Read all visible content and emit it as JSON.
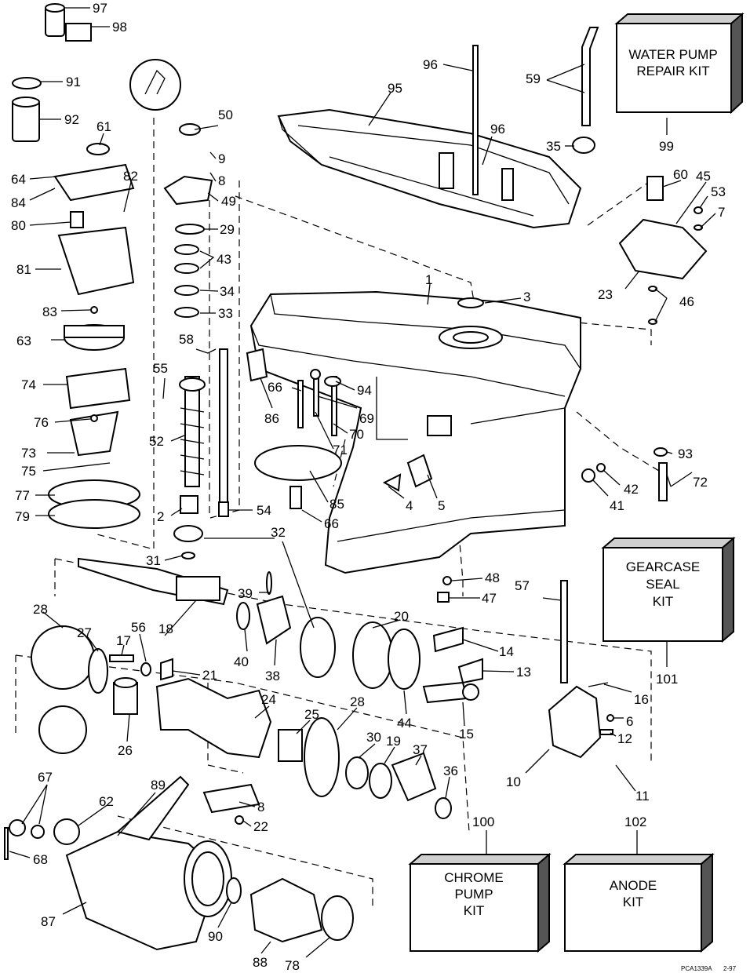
{
  "kits": {
    "water_pump": [
      "WATER PUMP",
      "REPAIR KIT"
    ],
    "gearcase_seal": [
      "GEARCASE",
      "SEAL",
      "KIT"
    ],
    "chrome_pump": [
      "CHROME",
      "PUMP",
      "KIT"
    ],
    "anode": [
      "ANODE",
      "KIT"
    ]
  },
  "footer": {
    "code": "PCA1339A",
    "date": "2-97"
  },
  "labels": [
    {
      "id": "97",
      "text": "97"
    },
    {
      "id": "98",
      "text": "98"
    },
    {
      "id": "91",
      "text": "91"
    },
    {
      "id": "92",
      "text": "92"
    },
    {
      "id": "61",
      "text": "61"
    },
    {
      "id": "64",
      "text": "64"
    },
    {
      "id": "82",
      "text": "82"
    },
    {
      "id": "84",
      "text": "84"
    },
    {
      "id": "80",
      "text": "80"
    },
    {
      "id": "81",
      "text": "81"
    },
    {
      "id": "83",
      "text": "83"
    },
    {
      "id": "63",
      "text": "63"
    },
    {
      "id": "74",
      "text": "74"
    },
    {
      "id": "76",
      "text": "76"
    },
    {
      "id": "73",
      "text": "73"
    },
    {
      "id": "75",
      "text": "75"
    },
    {
      "id": "77",
      "text": "77"
    },
    {
      "id": "79",
      "text": "79"
    },
    {
      "id": "50",
      "text": "50"
    },
    {
      "id": "9",
      "text": "9"
    },
    {
      "id": "8a",
      "text": "8"
    },
    {
      "id": "49",
      "text": "49"
    },
    {
      "id": "29",
      "text": "29"
    },
    {
      "id": "43",
      "text": "43"
    },
    {
      "id": "34",
      "text": "34"
    },
    {
      "id": "33",
      "text": "33"
    },
    {
      "id": "58",
      "text": "58"
    },
    {
      "id": "55",
      "text": "55"
    },
    {
      "id": "52",
      "text": "52"
    },
    {
      "id": "2",
      "text": "2"
    },
    {
      "id": "54",
      "text": "54"
    },
    {
      "id": "32",
      "text": "32"
    },
    {
      "id": "31",
      "text": "31"
    },
    {
      "id": "96a",
      "text": "96"
    },
    {
      "id": "95",
      "text": "95"
    },
    {
      "id": "96b",
      "text": "96"
    },
    {
      "id": "59",
      "text": "59"
    },
    {
      "id": "35",
      "text": "35"
    },
    {
      "id": "99",
      "text": "99"
    },
    {
      "id": "60",
      "text": "60"
    },
    {
      "id": "45",
      "text": "45"
    },
    {
      "id": "53",
      "text": "53"
    },
    {
      "id": "7",
      "text": "7"
    },
    {
      "id": "23",
      "text": "23"
    },
    {
      "id": "46",
      "text": "46"
    },
    {
      "id": "1",
      "text": "1"
    },
    {
      "id": "3",
      "text": "3"
    },
    {
      "id": "86",
      "text": "86"
    },
    {
      "id": "66a",
      "text": "66"
    },
    {
      "id": "94",
      "text": "94"
    },
    {
      "id": "69",
      "text": "69"
    },
    {
      "id": "70",
      "text": "70"
    },
    {
      "id": "71",
      "text": "71"
    },
    {
      "id": "93",
      "text": "93"
    },
    {
      "id": "42",
      "text": "42"
    },
    {
      "id": "72",
      "text": "72"
    },
    {
      "id": "41",
      "text": "41"
    },
    {
      "id": "4",
      "text": "4"
    },
    {
      "id": "5",
      "text": "5"
    },
    {
      "id": "85",
      "text": "85"
    },
    {
      "id": "66b",
      "text": "66"
    },
    {
      "id": "48",
      "text": "48"
    },
    {
      "id": "47",
      "text": "47"
    },
    {
      "id": "57",
      "text": "57"
    },
    {
      "id": "101",
      "text": "101"
    },
    {
      "id": "39",
      "text": "39"
    },
    {
      "id": "18",
      "text": "18"
    },
    {
      "id": "28a",
      "text": "28"
    },
    {
      "id": "27",
      "text": "27"
    },
    {
      "id": "17",
      "text": "17"
    },
    {
      "id": "56",
      "text": "56"
    },
    {
      "id": "40",
      "text": "40"
    },
    {
      "id": "38",
      "text": "38"
    },
    {
      "id": "20",
      "text": "20"
    },
    {
      "id": "14",
      "text": "14"
    },
    {
      "id": "13",
      "text": "13"
    },
    {
      "id": "21",
      "text": "21"
    },
    {
      "id": "24",
      "text": "24"
    },
    {
      "id": "26",
      "text": "26"
    },
    {
      "id": "25",
      "text": "25"
    },
    {
      "id": "28b",
      "text": "28"
    },
    {
      "id": "44",
      "text": "44"
    },
    {
      "id": "15",
      "text": "15"
    },
    {
      "id": "16",
      "text": "16"
    },
    {
      "id": "6",
      "text": "6"
    },
    {
      "id": "12",
      "text": "12"
    },
    {
      "id": "30",
      "text": "30"
    },
    {
      "id": "19",
      "text": "19"
    },
    {
      "id": "37",
      "text": "37"
    },
    {
      "id": "36",
      "text": "36"
    },
    {
      "id": "10",
      "text": "10"
    },
    {
      "id": "11",
      "text": "11"
    },
    {
      "id": "67",
      "text": "67"
    },
    {
      "id": "89",
      "text": "89"
    },
    {
      "id": "62",
      "text": "62"
    },
    {
      "id": "8b",
      "text": "8"
    },
    {
      "id": "22",
      "text": "22"
    },
    {
      "id": "100",
      "text": "100"
    },
    {
      "id": "102",
      "text": "102"
    },
    {
      "id": "68",
      "text": "68"
    },
    {
      "id": "87",
      "text": "87"
    },
    {
      "id": "90",
      "text": "90"
    },
    {
      "id": "88",
      "text": "88"
    },
    {
      "id": "78",
      "text": "78"
    }
  ]
}
